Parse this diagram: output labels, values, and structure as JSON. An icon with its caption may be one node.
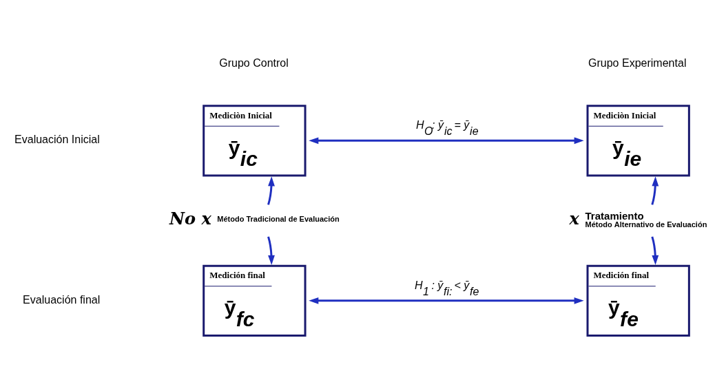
{
  "diagram": {
    "nodes": [
      {
        "text": [
          "Mediciòn Inicial",
          "ȳ$_{ic}$"
        ]
      },
      {
        "text": [
          "Mediciòn Inicial",
          "ȳ$_{ie}$"
        ]
      },
      {
        "text": [
          "No x"
        ],
        "beside": [
          "Método Tradicional de Evaluación"
        ]
      },
      {
        "text": [
          "x"
        ],
        "beside": [
          "Tratamiento",
          "Método Alternativo de Evaluación"
        ]
      },
      {
        "text": [
          "Medición final",
          "ȳ$_{fc}$"
        ]
      },
      {
        "text": [
          "Medición final",
          "ȳ$_{fe}$"
        ]
      }
    ],
    "edges": [
      {
        "from": 0,
        "to": 1,
        "arrow": "both",
        "label": "H$_{O}$: ȳ$_{ic}$ = ȳ$_{ie}$"
      },
      {
        "from": 2,
        "to": 0,
        "arrow": "to"
      },
      {
        "from": 2,
        "to": 4,
        "arrow": "to"
      },
      {
        "from": 3,
        "to": 1,
        "arrow": "to"
      },
      {
        "from": 3,
        "to": 5,
        "arrow": "to"
      },
      {
        "from": 4,
        "to": 5,
        "arrow": "both",
        "label": "H$_{1}$ : ȳ$_{fi:}$ < ȳ$_{fe}$"
      }
    ],
    "labels": [
      "Grupo Control",
      "Grupo Experimental",
      "Evaluación Inicial",
      "Evaluación final"
    ]
  }
}
